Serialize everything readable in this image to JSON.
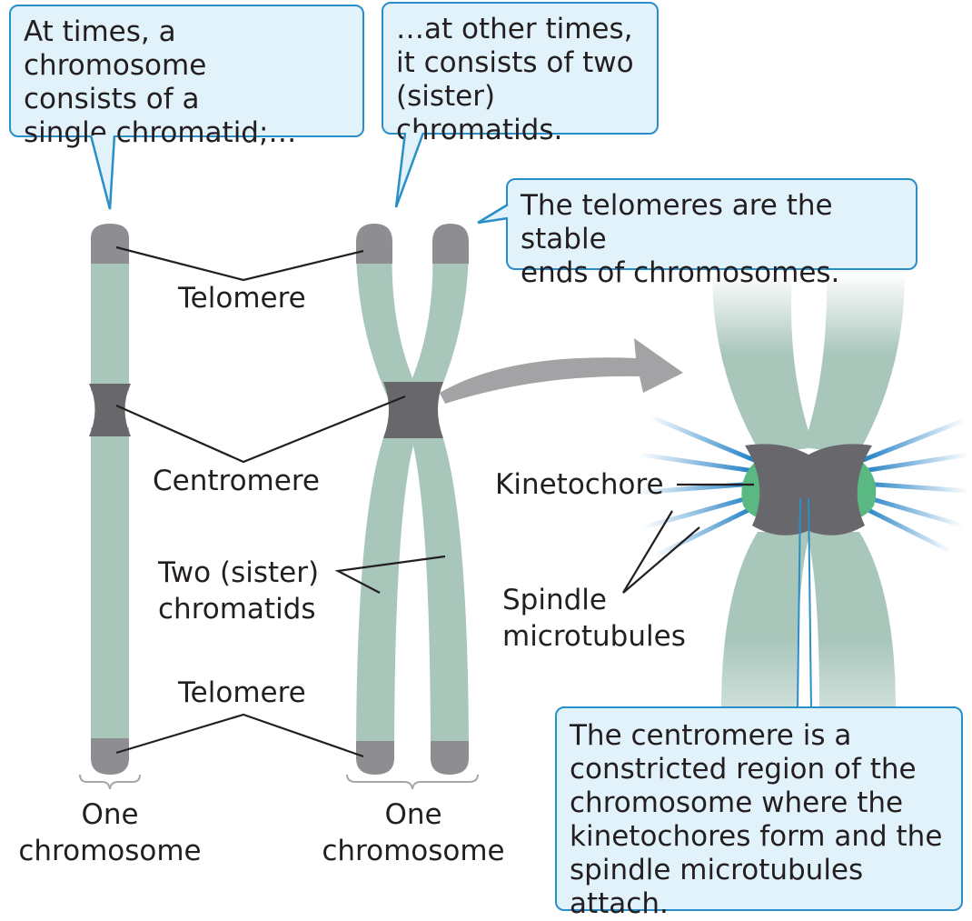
{
  "callouts": {
    "single_chromatid": "At times, a chromosome\nconsists of a\nsingle chromatid;…",
    "two_chromatids": "…at other times,\nit consists of two\n(sister) chromatids.",
    "telomeres": "The telomeres are the stable\nends of chromosomes.",
    "centromere": "The centromere is a\nconstricted region of the\nchromosome where the\nkinetochores form and the\nspindle microtubules attach."
  },
  "labels": {
    "telomere_top": "Telomere",
    "centromere": "Centromere",
    "sister_chromatids": "Two (sister)\nchromatids",
    "telomere_bottom": "Telomere",
    "one_chromosome_left": "One\nchromosome",
    "one_chromosome_right": "One\nchromosome",
    "kinetochore": "Kinetochore",
    "spindle_microtubules": "Spindle\nmicrotubules"
  },
  "colors": {
    "chromatid": "#a9c6bb",
    "telomere": "#8e8e92",
    "centromere": "#68686c",
    "kinetochore": "#5ab882",
    "microtubule": "#1f7fc4",
    "callout_fill": "#e2f2fb",
    "callout_border": "#2a8ec8",
    "arrow": "#a3a3a6"
  }
}
